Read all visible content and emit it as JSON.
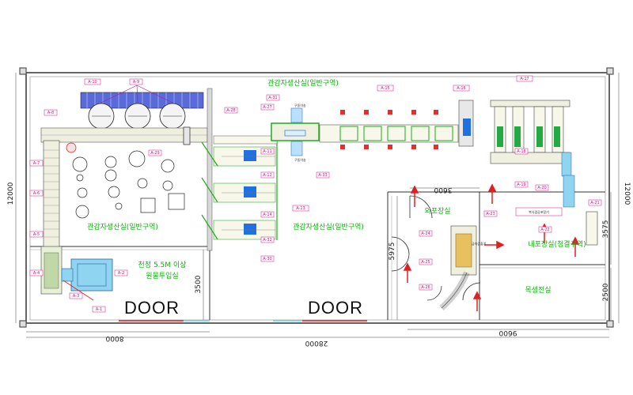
{
  "rooms": {
    "production_main": "관감자생산실(일반구역)",
    "production_left": "관감자생산실(일반구역)",
    "production_center": "관감자생산실(일반구역)",
    "outer_packing": "외포장실",
    "inner_packing": "내포장실(청결구역)",
    "electrical": "목생전실",
    "raw_input_line1": "천정 5.5M 이상",
    "raw_input_line2": "원물투입실"
  },
  "doors": {
    "left": "DOOR",
    "right": "DOOR"
  },
  "dimensions": {
    "total_width": "28000",
    "left_width": "8000",
    "right_width": "9600",
    "inner_width": "3600",
    "height_left": "12000",
    "height_right": "12000",
    "left_lower": "3500",
    "mid_height": "5975",
    "right_upper": "3575",
    "right_lower": "2500"
  },
  "small_labels": {
    "upper_bin": "구동이송",
    "lower_bin": "구동이송",
    "packing_table": "복식검공포장기",
    "metal_detector": "금속검출기"
  },
  "tags": [
    "A-1",
    "A-2",
    "A-3",
    "A-4",
    "A-5",
    "A-6",
    "A-7",
    "A-8",
    "A-9",
    "A-10",
    "A-11",
    "A-12",
    "A-13",
    "A-14",
    "A-15",
    "A-16",
    "A-17",
    "A-18",
    "A-19",
    "A-20",
    "A-21",
    "A-22",
    "A-23",
    "A-24",
    "A-25",
    "A-26",
    "A-27",
    "A-28",
    "A-29",
    "A-30",
    "A-31",
    "A-32",
    "A-33"
  ]
}
